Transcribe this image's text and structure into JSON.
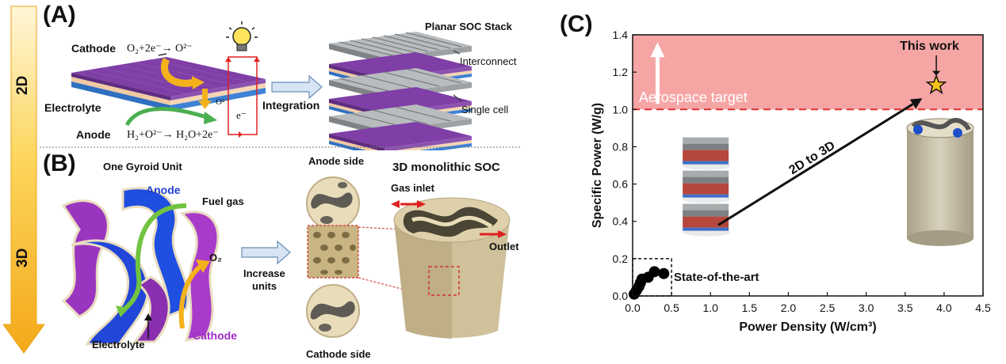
{
  "arrow_2d_label": "2D",
  "arrow_3d_label": "3D",
  "panel_a": {
    "tag": "(A)",
    "cathode": "Cathode",
    "cathode_rxn": "O₂+2e⁻→ O²⁻",
    "electrolyte": "Electrolyte",
    "anode": "Anode",
    "anode_rxn": "H₂+O²⁻→ H₂O+2e⁻",
    "oxide_ion": "O²⁻",
    "electron": "e⁻",
    "integration": "Integration",
    "stack_title": "Planar SOC Stack",
    "interconnect": "Interconnect",
    "single_cell": "Single cell"
  },
  "panel_b": {
    "tag": "(B)",
    "gyroid_title": "One Gyroid Unit",
    "anode": "Anode",
    "fuel_gas": "Fuel gas",
    "o2": "O₂",
    "electrolyte": "Electrolyte",
    "cathode": "Cathode",
    "increase_1": "Increase",
    "increase_2": "units",
    "anode_side": "Anode side",
    "cathode_side": "Cathode side",
    "mono_title": "3D monolithic SOC",
    "gas_inlet": "Gas inlet",
    "outlet": "Outlet"
  },
  "panel_c": {
    "tag": "(C)",
    "chart_data": {
      "type": "scatter",
      "xlabel": "Power Density (W/cm³)",
      "ylabel": "Specific Power (W/g)",
      "xlim": [
        0.0,
        4.5
      ],
      "ylim": [
        0.0,
        1.4
      ],
      "xticks": [
        "0.0",
        "0.5",
        "1.0",
        "1.5",
        "2.0",
        "2.5",
        "3.0",
        "3.5",
        "4.0",
        "4.5"
      ],
      "yticks": [
        "0.0",
        "0.2",
        "0.4",
        "0.6",
        "0.8",
        "1.0",
        "1.2",
        "1.4"
      ],
      "target_value": 1.0,
      "target_label": "Aerospace target",
      "state_of_art_label": "State-of-the-art",
      "state_of_art_box": {
        "x": [
          0.0,
          0.5
        ],
        "y": [
          0.0,
          0.2
        ]
      },
      "state_of_art_points": [
        {
          "x": 0.02,
          "y": 0.01
        },
        {
          "x": 0.05,
          "y": 0.03
        },
        {
          "x": 0.08,
          "y": 0.05
        },
        {
          "x": 0.1,
          "y": 0.07
        },
        {
          "x": 0.12,
          "y": 0.09
        },
        {
          "x": 0.2,
          "y": 0.1
        },
        {
          "x": 0.28,
          "y": 0.13
        },
        {
          "x": 0.4,
          "y": 0.12
        }
      ],
      "this_work": {
        "x": 3.9,
        "y": 1.13,
        "label": "This work"
      },
      "trend_label": "2D to 3D",
      "trend_from": {
        "x": 1.1,
        "y": 0.38
      },
      "trend_to": {
        "x": 3.72,
        "y": 1.06
      },
      "colors": {
        "target_fill": "#f6a5a5",
        "target_line": "#e03030",
        "star": "#f7c21a",
        "points": "#000000"
      }
    }
  }
}
